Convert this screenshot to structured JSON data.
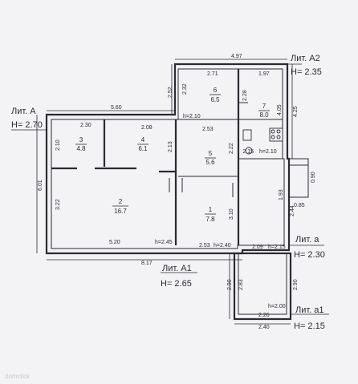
{
  "liters": {
    "lit_a": {
      "name": "Лит. А",
      "height": "Н= 2.70"
    },
    "lit_a1": {
      "name": "Лит. А1",
      "height": "Н= 2.65"
    },
    "lit_a2": {
      "name": "Лит. А2",
      "height": "Н= 2.35"
    },
    "lit_a_small": {
      "name": "Лит. а",
      "height": "Н= 2.30"
    },
    "lit_a1_small": {
      "name": "Лит. а1",
      "height": "Н= 2.15"
    }
  },
  "rooms": {
    "r1": {
      "number": "1",
      "area": "7.8"
    },
    "r2": {
      "number": "2",
      "area": "16.7"
    },
    "r3": {
      "number": "3",
      "area": "4.8"
    },
    "r4": {
      "number": "4",
      "area": "6.1"
    },
    "r5": {
      "number": "5",
      "area": "5.6"
    },
    "r6": {
      "number": "6",
      "area": "6.5"
    },
    "r7": {
      "number": "7",
      "area": "8.0"
    }
  },
  "dims": {
    "d497": "4.97",
    "d271": "2.71",
    "d197": "1.97",
    "d252": "2.52",
    "d232": "2.32",
    "d228": "2.28",
    "d425": "4.25",
    "d405": "4.05",
    "h210a": "h=2.10",
    "d560": "5.60",
    "d230": "2.30",
    "d208": "2.08",
    "d253": "2.53",
    "d210a": "2.10",
    "d213": "2.13",
    "d222": "2.22",
    "h210b": "h=2.10",
    "d215": "2.15",
    "d601": "6.01",
    "d322": "3.22",
    "d193": "1.93",
    "d310": "3.10",
    "d244": "2.44",
    "d085": "0.85",
    "d090": "0.90",
    "d520": "5.20",
    "h245": "h=2.45",
    "d253b": "2.53",
    "h240": "h=2.40",
    "d209": "2.09",
    "h215": "h=2.15",
    "d817": "8.17",
    "d290a": "2.90",
    "d283": "2.83",
    "d290b": "2.90",
    "h200": "h=2.00",
    "d226": "2.26",
    "d240": "2.40"
  },
  "watermark": "domclick"
}
